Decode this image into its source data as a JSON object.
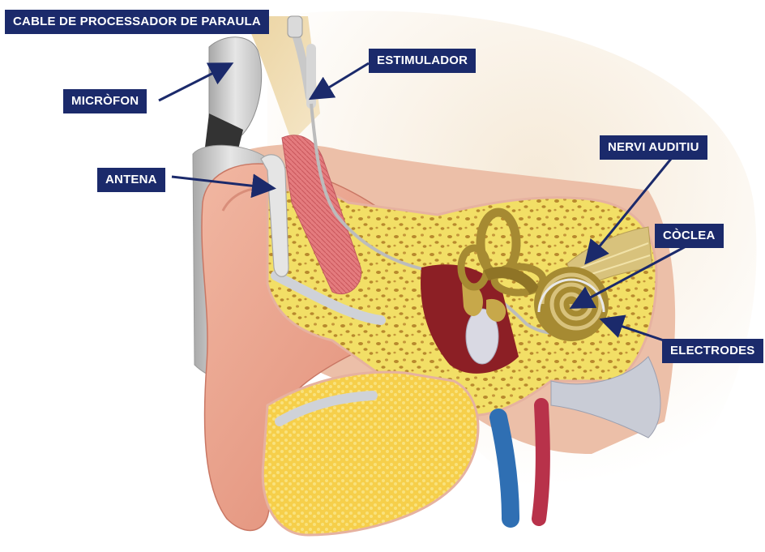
{
  "labels": {
    "speech_processor_cable": "CABLE DE PROCESSADOR DE PARAULA",
    "microphone": "MICRÒFON",
    "stimulator": "ESTIMULADOR",
    "antenna": "ANTENA",
    "auditory_nerve": "NERVI AUDITIU",
    "cochlea": "CÒCLEA",
    "electrodes": "ELECTRODES"
  },
  "colors": {
    "label_bg": "#1b2a6b",
    "label_text": "#ffffff",
    "skin": "#e9a58f",
    "bone": "#f3e26a",
    "device": "#d8d8d8",
    "cochlea": "#a68a32",
    "vein": "#2f6fb3",
    "artery": "#b8324a"
  }
}
